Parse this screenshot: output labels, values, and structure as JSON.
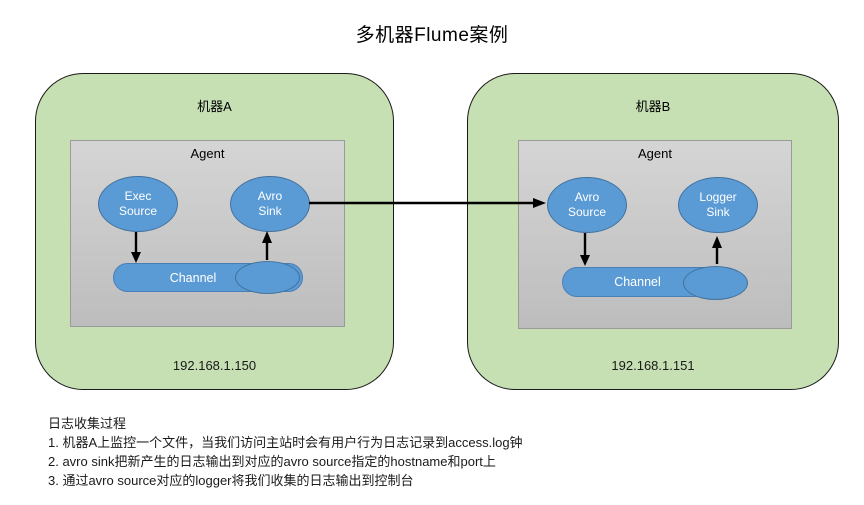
{
  "title": "多机器Flume案例",
  "machine_a": {
    "label": "机器A",
    "agent_label": "Agent",
    "source_line1": "Exec",
    "source_line2": "Source",
    "sink_line1": "Avro",
    "sink_line2": "Sink",
    "channel_label": "Channel",
    "ip": "192.168.1.150"
  },
  "machine_b": {
    "label": "机器B",
    "agent_label": "Agent",
    "source_line1": "Avro",
    "source_line2": "Source",
    "sink_line1": "Logger",
    "sink_line2": "Sink",
    "channel_label": "Channel",
    "ip": "192.168.1.151"
  },
  "notes": {
    "heading": "日志收集过程",
    "lines": [
      "1. 机器A上监控一个文件，当我们访问主站时会有用户行为日志记录到access.log钟",
      "2. avro sink把新产生的日志输出到对应的avro source指定的hostname和port上",
      "3. 通过avro source对应的logger将我们收集的日志输出到控制台"
    ]
  },
  "colors": {
    "machine_fill": "#C6DFB3",
    "machine_border": "#1A1A1A",
    "agent_fill_top": "#D5D5D5",
    "agent_fill_bottom": "#BDBDBD",
    "node_fill": "#5B9BD5",
    "node_border": "#41719C",
    "node_text": "#FFFFFF",
    "arrow": "#000000"
  }
}
